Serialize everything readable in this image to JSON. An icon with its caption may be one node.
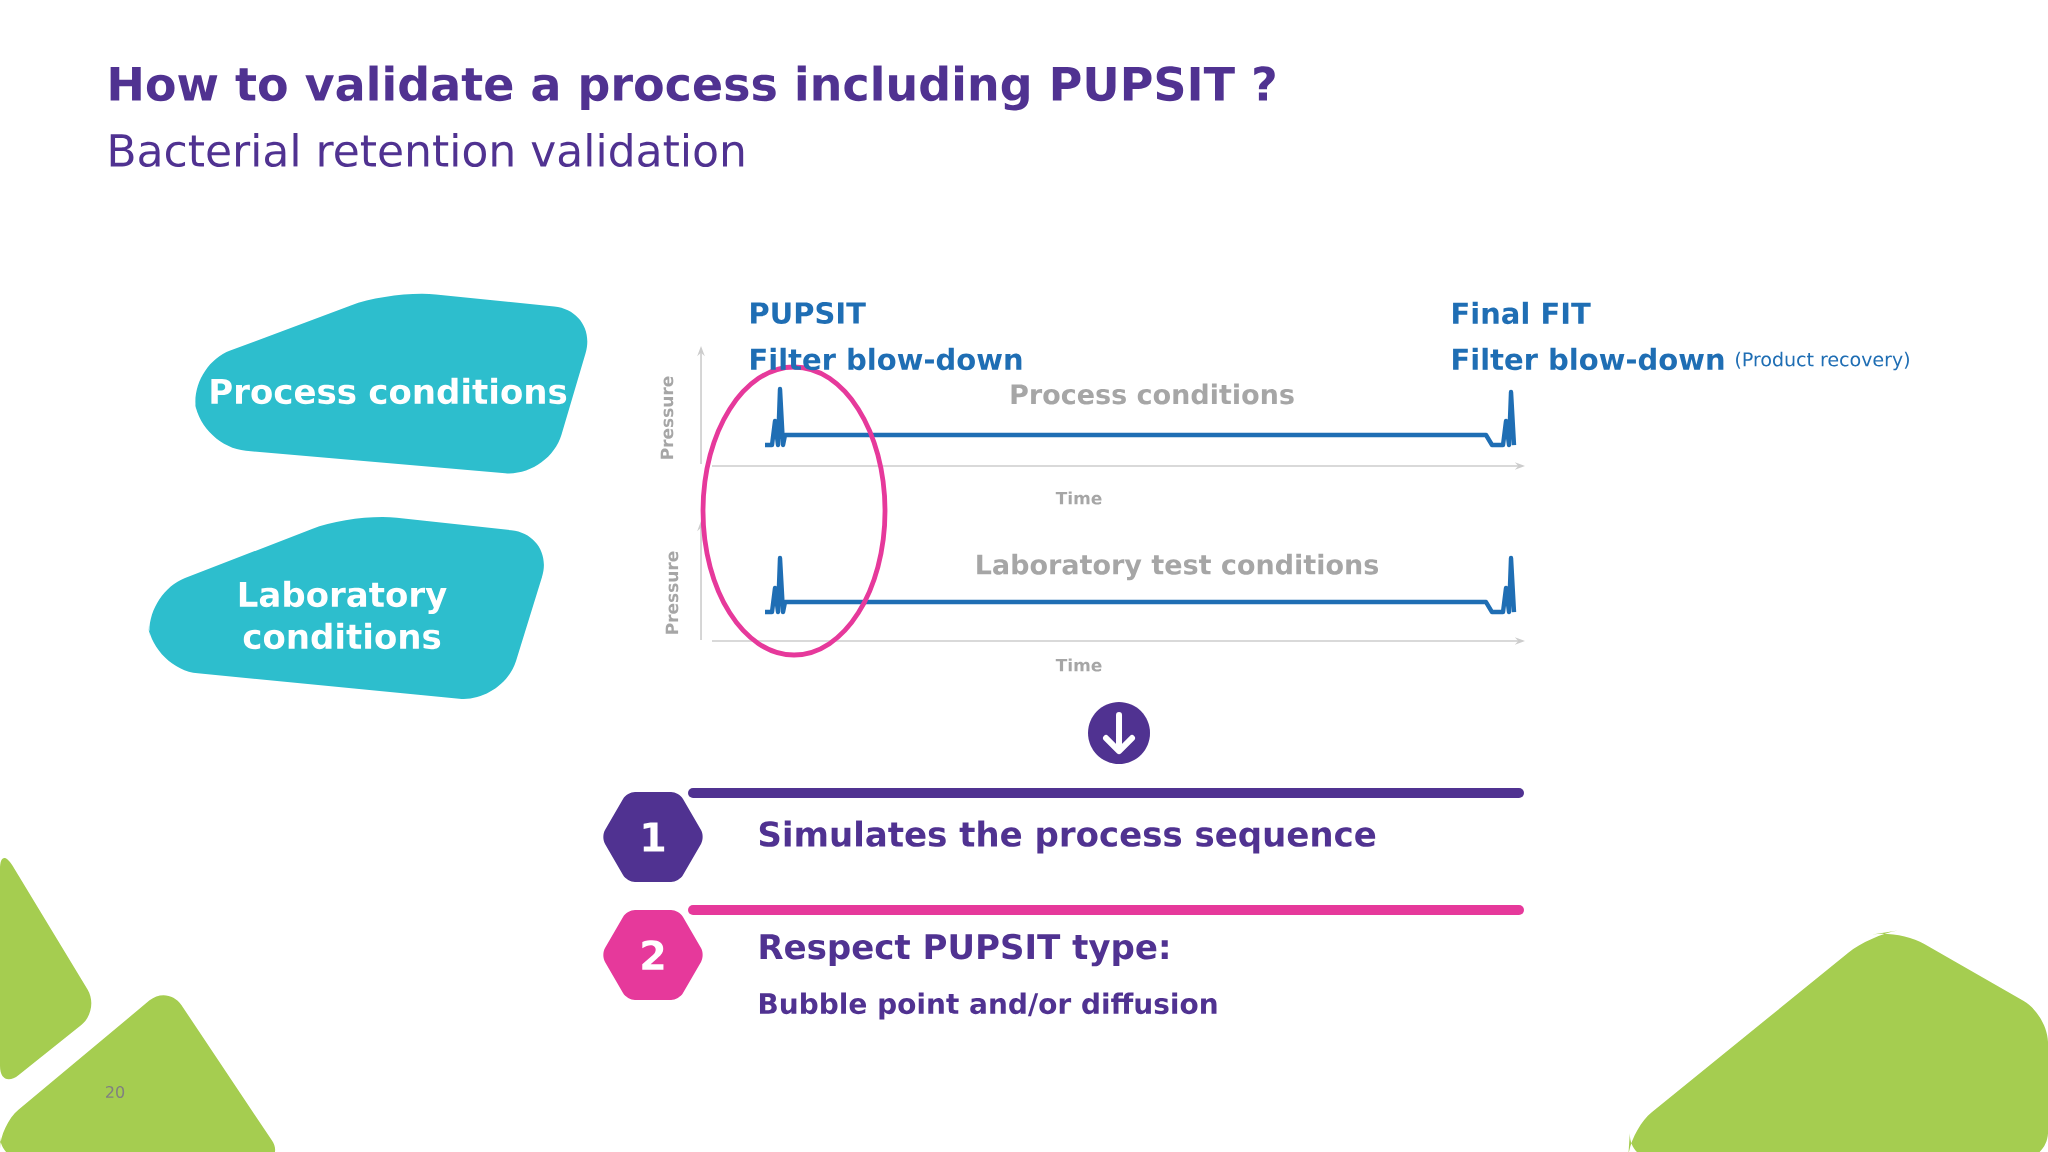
{
  "diagram": {
    "title": "How to validate a process including PUPSIT ?",
    "nodes": [
      {
        "text": [
          "Process conditions"
        ]
      },
      {
        "text": [
          "Laboratory conditions"
        ]
      },
      {
        "text": [
          "1",
          "Simulates the process sequence"
        ]
      },
      {
        "text": [
          "2",
          "Respect PUPSIT type:",
          "Bubble point and/or diffusion"
        ]
      }
    ],
    "labels": [
      "Bacterial retention validation",
      "PUPSIT",
      "Filter blow-down",
      "Final FIT",
      "Filter blow-down",
      "(Product recovery)",
      "Pressure",
      "Process conditions",
      "Time",
      "Pressure",
      "Laboratory test conditions",
      "Time",
      "20"
    ]
  }
}
